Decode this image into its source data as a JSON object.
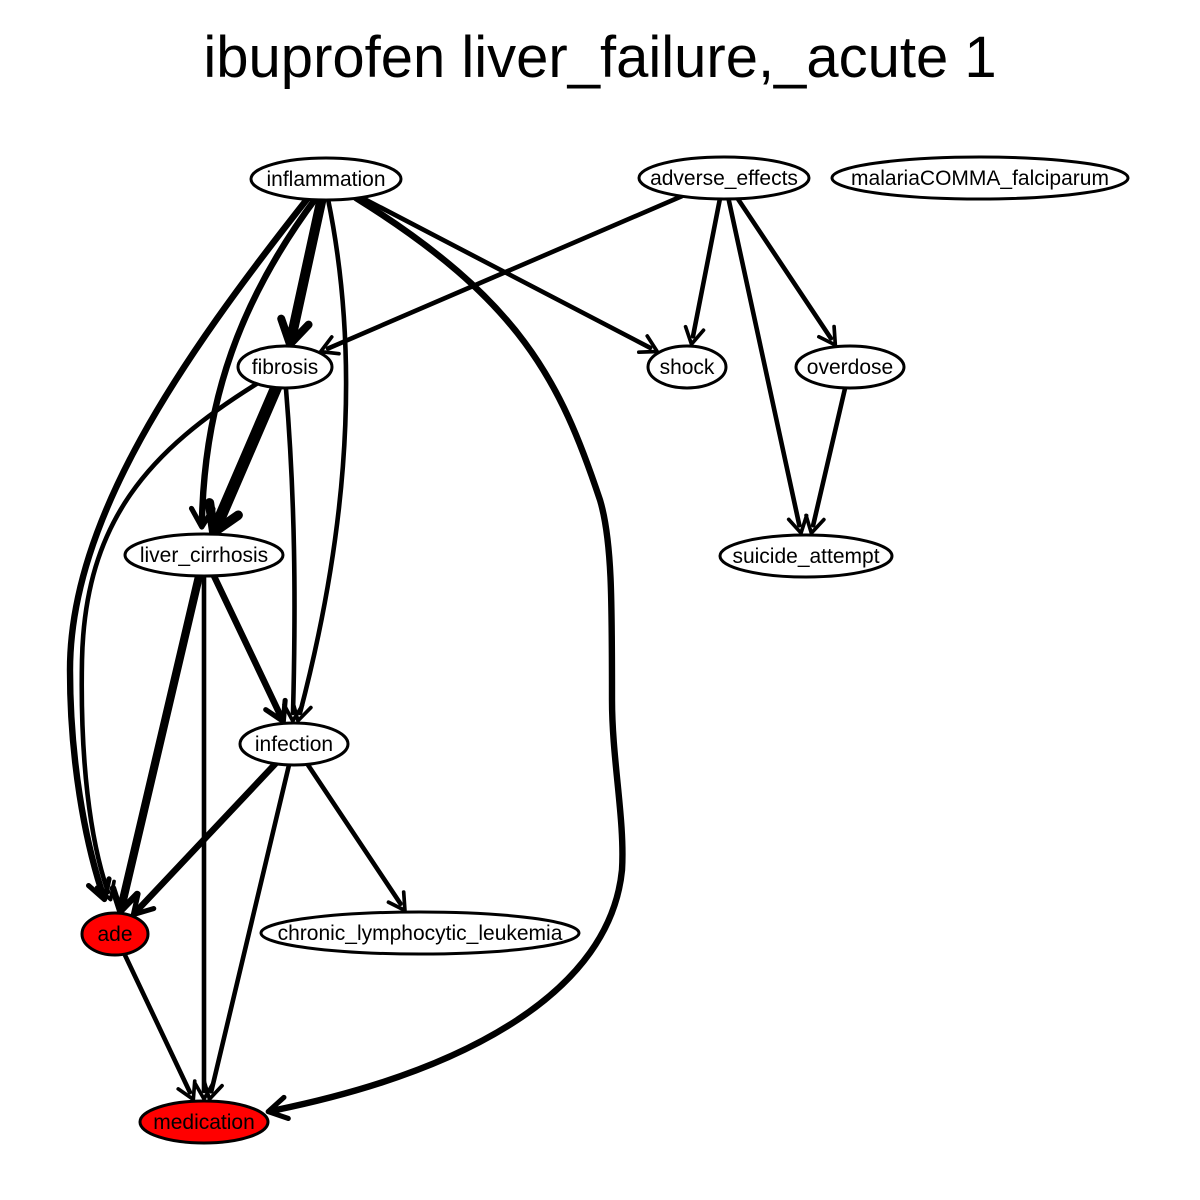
{
  "title": "ibuprofen liver_failure,_acute 1",
  "colors": {
    "highlight": "#ff0000",
    "normal": "#ffffff",
    "stroke": "#000000"
  },
  "nodes": [
    {
      "id": "inflammation",
      "label": "inflammation",
      "highlighted": false
    },
    {
      "id": "adverse_effects",
      "label": "adverse_effects",
      "highlighted": false
    },
    {
      "id": "malaria",
      "label": "malariaCOMMA_falciparum",
      "highlighted": false
    },
    {
      "id": "fibrosis",
      "label": "fibrosis",
      "highlighted": false
    },
    {
      "id": "shock",
      "label": "shock",
      "highlighted": false
    },
    {
      "id": "overdose",
      "label": "overdose",
      "highlighted": false
    },
    {
      "id": "liver_cirrhosis",
      "label": "liver_cirrhosis",
      "highlighted": false
    },
    {
      "id": "suicide_attempt",
      "label": "suicide_attempt",
      "highlighted": false
    },
    {
      "id": "infection",
      "label": "infection",
      "highlighted": false
    },
    {
      "id": "ade",
      "label": "ade",
      "highlighted": true
    },
    {
      "id": "cll",
      "label": "chronic_lymphocytic_leukemia",
      "highlighted": false
    },
    {
      "id": "medication",
      "label": "medication",
      "highlighted": true
    }
  ],
  "edges": [
    {
      "from": "inflammation",
      "to": "fibrosis",
      "weight": 5
    },
    {
      "from": "inflammation",
      "to": "liver_cirrhosis",
      "weight": 3
    },
    {
      "from": "inflammation",
      "to": "infection",
      "weight": 2
    },
    {
      "from": "inflammation",
      "to": "ade",
      "weight": 3
    },
    {
      "from": "inflammation",
      "to": "shock",
      "weight": 2
    },
    {
      "from": "inflammation",
      "to": "medication",
      "weight": 3
    },
    {
      "from": "adverse_effects",
      "to": "fibrosis",
      "weight": 2
    },
    {
      "from": "adverse_effects",
      "to": "shock",
      "weight": 2
    },
    {
      "from": "adverse_effects",
      "to": "overdose",
      "weight": 2
    },
    {
      "from": "adverse_effects",
      "to": "suicide_attempt",
      "weight": 2
    },
    {
      "from": "overdose",
      "to": "suicide_attempt",
      "weight": 2
    },
    {
      "from": "fibrosis",
      "to": "liver_cirrhosis",
      "weight": 6
    },
    {
      "from": "fibrosis",
      "to": "infection",
      "weight": 2
    },
    {
      "from": "fibrosis",
      "to": "ade",
      "weight": 2
    },
    {
      "from": "liver_cirrhosis",
      "to": "infection",
      "weight": 3
    },
    {
      "from": "liver_cirrhosis",
      "to": "ade",
      "weight": 4
    },
    {
      "from": "liver_cirrhosis",
      "to": "medication",
      "weight": 2
    },
    {
      "from": "infection",
      "to": "ade",
      "weight": 3
    },
    {
      "from": "infection",
      "to": "cll",
      "weight": 2
    },
    {
      "from": "infection",
      "to": "medication",
      "weight": 2
    },
    {
      "from": "ade",
      "to": "medication",
      "weight": 2
    }
  ]
}
